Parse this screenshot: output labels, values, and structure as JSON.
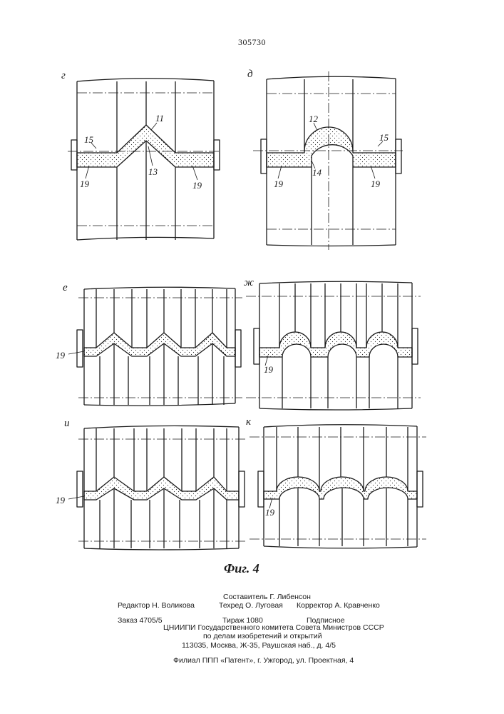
{
  "patent_number": "305730",
  "panel_letters": {
    "g": "г",
    "d": "д",
    "e": "е",
    "zh": "ж",
    "i": "и",
    "k": "к"
  },
  "callouts": {
    "c11": "11",
    "c12": "12",
    "c13": "13",
    "c14": "14",
    "c15": "15",
    "c19": "19"
  },
  "figure_caption": "Фиг. 4",
  "imprint": {
    "compiler": "Составитель Г. Либенсон",
    "editor": "Редактор Н. Воликова",
    "techred": "Техред О. Луговая",
    "corrector": "Корректор А. Кравченко",
    "order": "Заказ 4705/5",
    "circulation": "Тираж 1080",
    "subscription": "Подписное",
    "org_line1": "ЦНИИПИ Государственного комитета Совета Министров СССР",
    "org_line2": "по делам изобретений и открытий",
    "address": "113035, Москва, Ж-35, Раушская наб., д. 4/5",
    "branch": "Филиал ППП «Патент», г. Ужгород, ул. Проектная, 4"
  }
}
